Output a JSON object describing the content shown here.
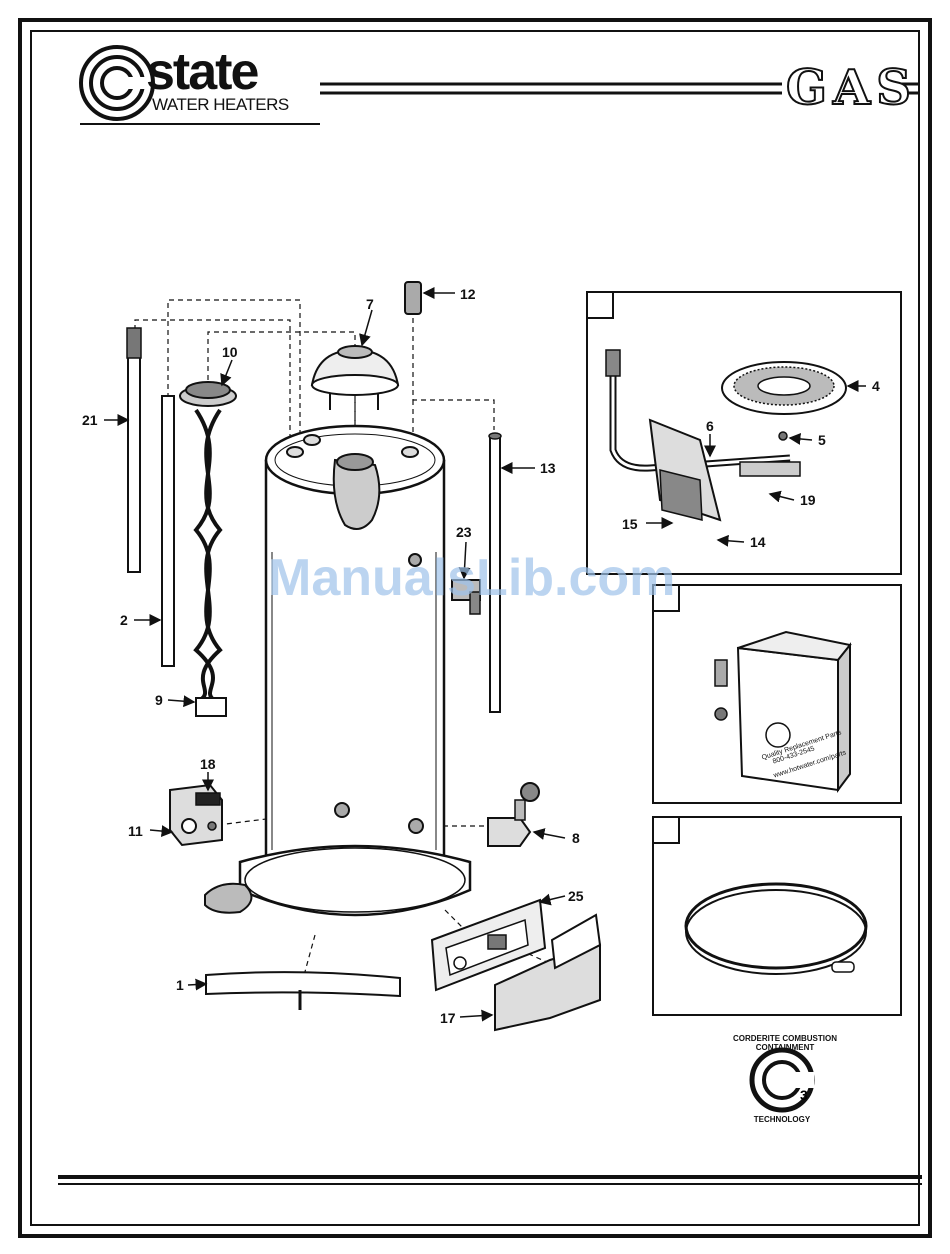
{
  "header": {
    "brand": "state",
    "brand_sub": "WATER HEATERS",
    "title": "GAS"
  },
  "watermark": "ManualsLib.com",
  "part_labels": {
    "p1": "1",
    "p2": "2",
    "p4": "4",
    "p5": "5",
    "p6": "6",
    "p7": "7",
    "p8": "8",
    "p9": "9",
    "p10": "10",
    "p11": "11",
    "p12": "12",
    "p13": "13",
    "p14": "14",
    "p15": "15",
    "p17": "17",
    "p18": "18",
    "p19": "19",
    "p21": "21",
    "p23": "23",
    "p25": "25"
  },
  "kit_box": {
    "line1": "Quality Replacement Parts",
    "line2": "800-433-2545",
    "line3": "www.hotwater.com/parts"
  },
  "badge": {
    "ring_text": "CORDERITE COMBUSTION CONTAINMENT",
    "bottom_text": "TECHNOLOGY"
  }
}
